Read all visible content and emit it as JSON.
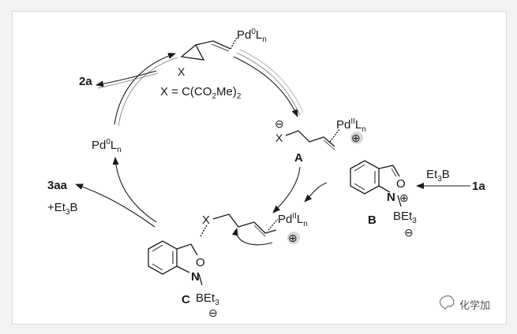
{
  "labels": {
    "pd0_top_base": "Pd",
    "pd0_top_sup": "0",
    "pd0_top_l": "L",
    "pd0_top_sub": "n",
    "x_ring": "X",
    "x_def_pre": "X = C(CO",
    "x_def_sub2": "2",
    "x_def_me": "Me)",
    "x_def_sub": "2",
    "label_2a": "2a",
    "pd0_left_base": "Pd",
    "pd0_left_sup": "0",
    "pd0_left_l": "L",
    "pd0_left_sub": "n",
    "minus": "⊖",
    "plus": "⊕",
    "x_A": "X",
    "pdII_A_extra": "Pd",
    "pdII_A_base": "Pd",
    "pdII_A_sup": "II",
    "pdII_A_l": "L",
    "pdII_A_sub": "n",
    "label_A": "A",
    "et3b_base": "Et",
    "et3b_sub": "3",
    "et3b_end": "B",
    "label_1a": "1a",
    "o_B": "O",
    "n_B": "N",
    "bet3_B": "BEt",
    "bet3_B_sub": "3",
    "label_B": "B",
    "label_3aa": "3aa",
    "et3b_plus": "+Et",
    "et3b_plus_sub": "3",
    "et3b_plus_end": "B",
    "x_C": "X",
    "pdII_C_base": "Pd",
    "pdII_C_sup": "II",
    "pdII_C_l": "L",
    "pdII_C_sub": "n",
    "o_C": "O",
    "n_C": "N",
    "bet3_C": "BEt",
    "bet3_C_sub": "3",
    "label_C": "C",
    "watermark": "化学加"
  }
}
